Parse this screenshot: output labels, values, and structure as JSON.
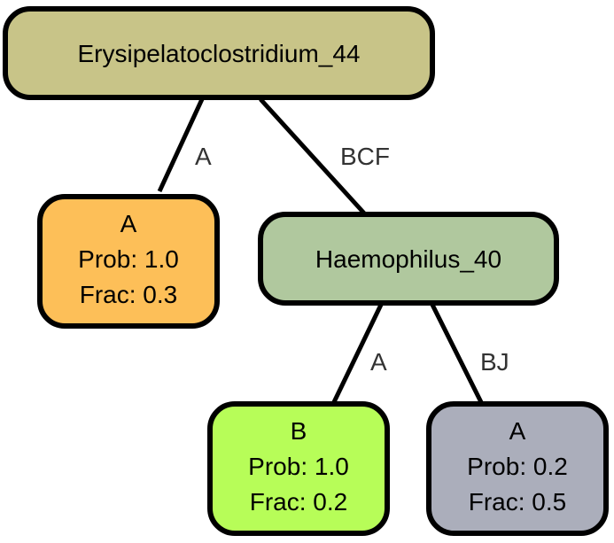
{
  "nodes": {
    "root": {
      "label": "Erysipelatoclostridium_44",
      "color": "#c8c488"
    },
    "leaf_a": {
      "lines": [
        "A",
        "Prob: 1.0",
        "Frac: 0.3"
      ],
      "color": "#fdbf58"
    },
    "haemophilus": {
      "label": "Haemophilus_40",
      "color": "#b0c89e"
    },
    "leaf_b": {
      "lines": [
        "B",
        "Prob: 1.0",
        "Frac: 0.2"
      ],
      "color": "#b7fd58"
    },
    "leaf_a2": {
      "lines": [
        "A",
        "Prob: 0.2",
        "Frac: 0.5"
      ],
      "color": "#abaebb"
    }
  },
  "edges": {
    "root_to_leaf_a": "A",
    "root_to_haemophilus": "BCF",
    "haemophilus_to_leaf_b": "A",
    "haemophilus_to_leaf_a2": "BJ"
  }
}
